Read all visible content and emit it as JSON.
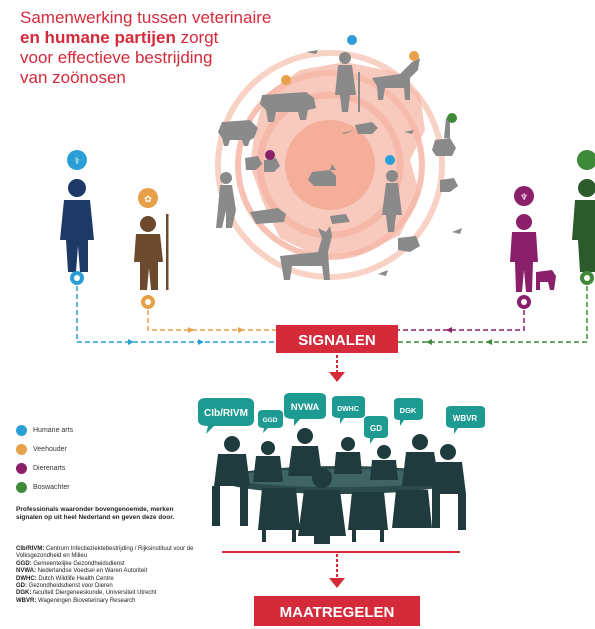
{
  "title": {
    "line1": "Samenwerking tussen veterinaire",
    "line2_bold": "en humane partijen",
    "line2_rest": " zorgt",
    "line3": "voor effectieve bestrijding",
    "line4": "van zoönosen"
  },
  "signals_label": "SIGNALEN",
  "measures_label": "MAATREGELEN",
  "organizations": [
    "CIb/RIVM",
    "GGD",
    "NVWA",
    "DWHC",
    "GD",
    "DGK",
    "WBVR"
  ],
  "legend": [
    {
      "label": "Humane arts",
      "color": "#2a9fd6"
    },
    {
      "label": "Veehouder",
      "color": "#e8a04a"
    },
    {
      "label": "Dierenarts",
      "color": "#8a1f6a"
    },
    {
      "label": "Boswachter",
      "color": "#3e8a3a"
    }
  ],
  "note": "Professionals waaronder bovengenoemde, merken signalen op uit heel Nederland en geven deze door.",
  "abbreviations": [
    {
      "abbr": "CIb/RIVM:",
      "text": " Centrum Infectieziektebestrijding / Rijksinstituut voor de Volksgezondheid en Milieu"
    },
    {
      "abbr": "GGD:",
      "text": " Gemeentelijke Gezondheidsdienst"
    },
    {
      "abbr": "NVWA:",
      "text": " Nederlandse Voedsel en Waren Autoriteit"
    },
    {
      "abbr": "DWHC:",
      "text": " Dutch Wildlife Health Centre"
    },
    {
      "abbr": "GD:",
      "text": " Gezondheidsdienst voor Dieren"
    },
    {
      "abbr": "DGK:",
      "text": " faculteit Diergeneeskunde, Universiteit Utrecht"
    },
    {
      "abbr": "WBVR:",
      "text": " Wageningen Bioveterinary Research"
    }
  ],
  "colors": {
    "red": "#d42a3a",
    "teal": "#1d9a92",
    "dark": "#1f3b3d",
    "silhouette": "#8a8a8a",
    "map": "#f6b8a8",
    "blue": "#2a9fd6",
    "orange": "#e8a04a",
    "purple": "#8a1f6a",
    "green": "#3e8a3a"
  }
}
